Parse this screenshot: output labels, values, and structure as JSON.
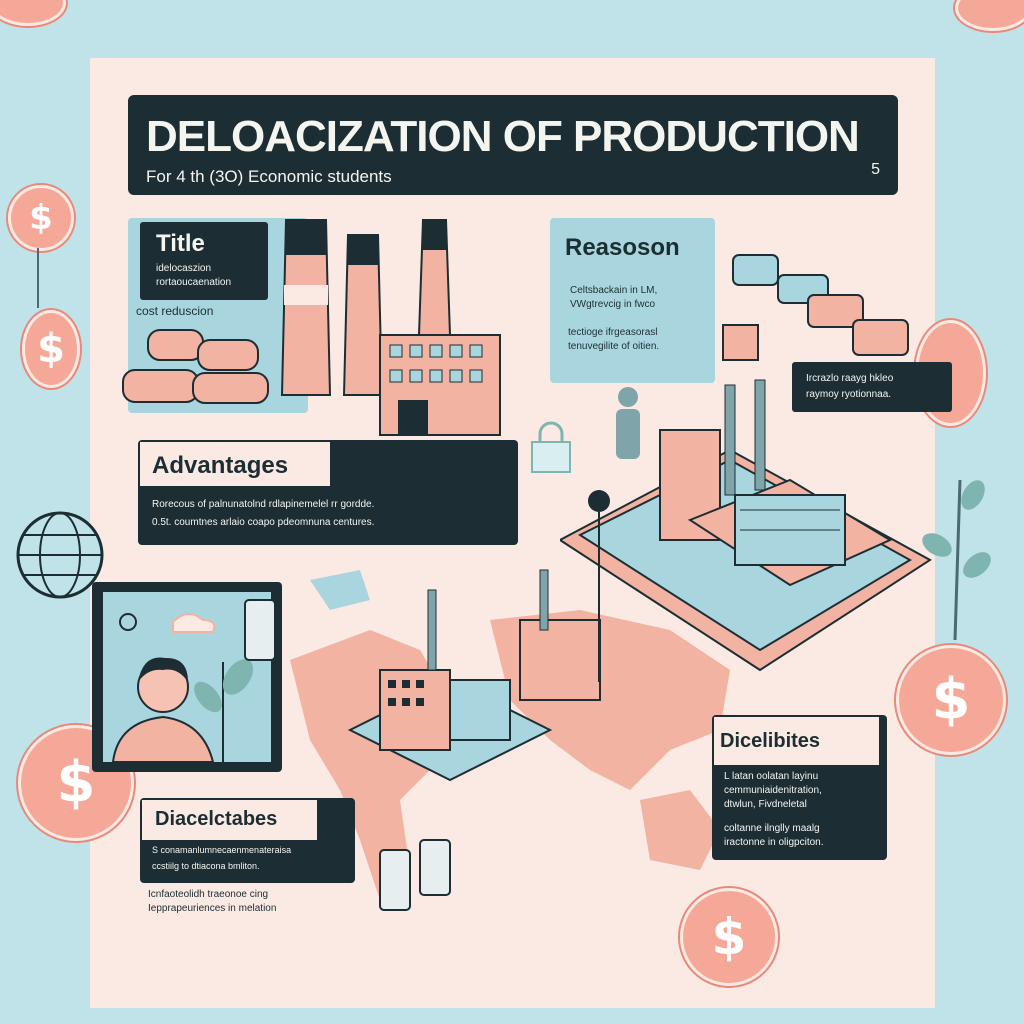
{
  "title": {
    "main": "DELOACIZATION OF PRODUCTION",
    "subtitle": "For 4 th (3O) Economic students",
    "page_number": "5"
  },
  "title_panel": {
    "heading": "Title",
    "line1": "idelocaszion",
    "line2": "rortaoucaenation",
    "line3": "cost reduscion"
  },
  "reason_panel": {
    "heading": "Reasoson",
    "line1": "Celtsbackain in LM,",
    "line2": "VWgtrevcig in fwco",
    "line3": "tectioge ifrgeasorasl",
    "line4": "tenuvegilite of oitien."
  },
  "callout_right": {
    "line1": "Ircrazlo raayg hkleo",
    "line2": "raymoy ryotionnaa."
  },
  "advantages_panel": {
    "heading": "Advantages",
    "line1": "Rorecous of palnunatolnd rdlapinemelel rr gordde.",
    "line2": "0.5t. coumtnes arlaio coapo pdeomnuna centures."
  },
  "disadvantages_left": {
    "heading": "Diacelctabes",
    "line1": "S conamanlumnecaenmenateraisa",
    "line2": "ccstiilg to dtiacona bmliton.",
    "line3": "Icnfaoteolidh traeonoe cing",
    "line4": "Iepprapeuriences in melation"
  },
  "disadvantages_right": {
    "heading": "Dicelibites",
    "line1": "L latan oolatan layinu",
    "line2": "cemmuniaidenitration,",
    "line3": "dtwlun, Fivdneletal",
    "line4": "coltanne ilnglly maalg",
    "line5": "iractonne in oligpciton."
  },
  "icons": {
    "currency": "$",
    "coin_symbol_name": "dollar-coin-icon",
    "globe_name": "globe-icon",
    "factory_name": "factory-icon"
  },
  "colors": {
    "background": "#bfe3e8",
    "poster": "#fbe9e4",
    "dark": "#1c2e33",
    "accent_coral": "#f5a897",
    "accent_teal": "#a9d6de"
  }
}
